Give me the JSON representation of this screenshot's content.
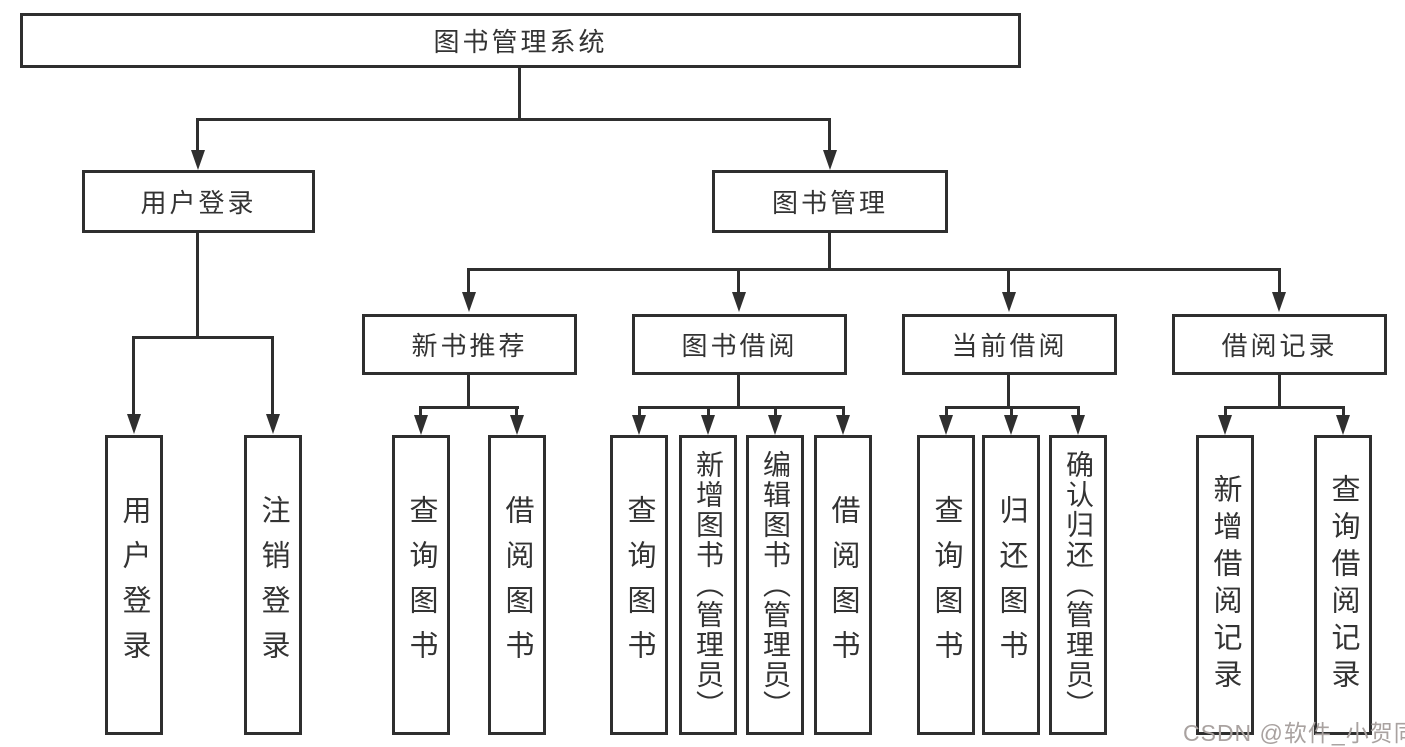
{
  "colors": {
    "line": "#2f2f2f",
    "box_border": "#2f2f2f",
    "text": "#333333",
    "watermark": "#a9a2a0"
  },
  "diagram": {
    "type": "hierarchy-flowchart",
    "root": {
      "label": "图书管理系统"
    },
    "level2": [
      {
        "label": "用户登录"
      },
      {
        "label": "图书管理"
      }
    ],
    "level3": [
      {
        "label": "新书推荐",
        "parent": "图书管理"
      },
      {
        "label": "图书借阅",
        "parent": "图书管理"
      },
      {
        "label": "当前借阅",
        "parent": "图书管理"
      },
      {
        "label": "借阅记录",
        "parent": "图书管理"
      }
    ],
    "leaves": [
      {
        "label": "用户登录",
        "parent": "用户登录"
      },
      {
        "label": "注销登录",
        "parent": "用户登录"
      },
      {
        "label": "查询图书",
        "parent": "新书推荐"
      },
      {
        "label": "借阅图书",
        "parent": "新书推荐"
      },
      {
        "label": "查询图书",
        "parent": "图书借阅"
      },
      {
        "label": "新增图书（管理员）",
        "parent": "图书借阅"
      },
      {
        "label": "编辑图书（管理员）",
        "parent": "图书借阅"
      },
      {
        "label": "借阅图书",
        "parent": "图书借阅"
      },
      {
        "label": "查询图书",
        "parent": "当前借阅"
      },
      {
        "label": "归还图书",
        "parent": "当前借阅"
      },
      {
        "label": "确认归还（管理员）",
        "parent": "当前借阅"
      },
      {
        "label": "新增借阅记录",
        "parent": "借阅记录"
      },
      {
        "label": "查询借阅记录",
        "parent": "借阅记录"
      }
    ]
  },
  "watermark": "CSDN @软件_小贺同学"
}
